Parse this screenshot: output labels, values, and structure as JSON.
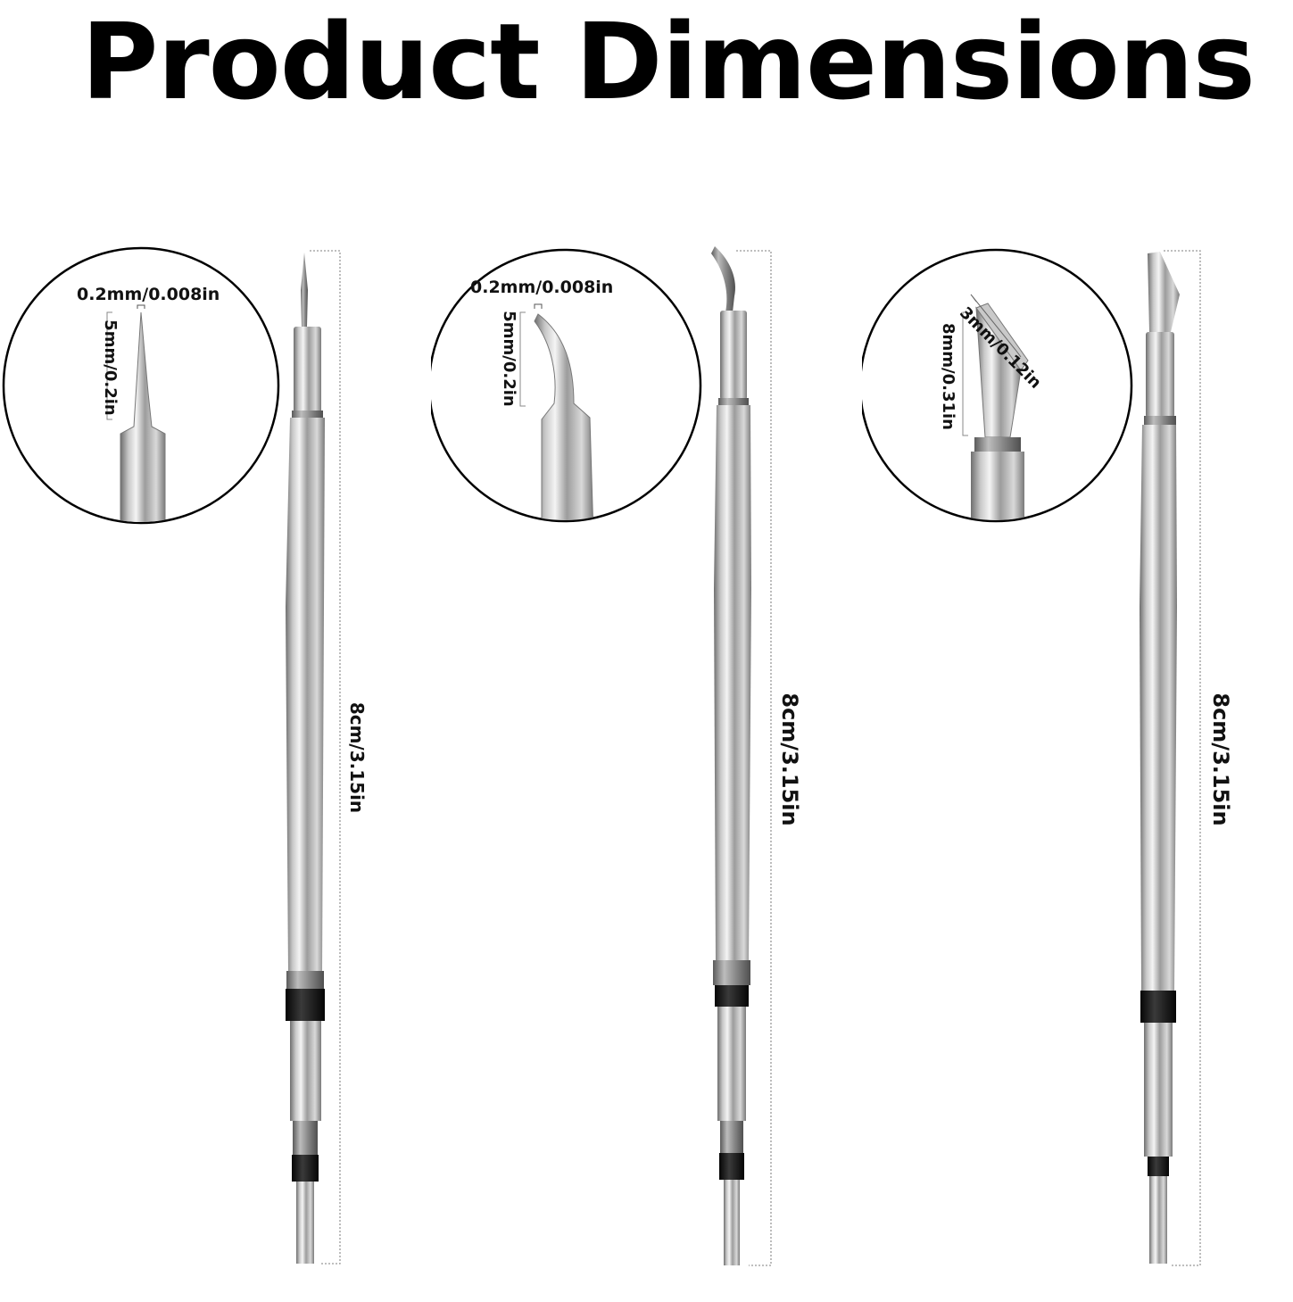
{
  "title": "Product Dimensions",
  "colors": {
    "background": "#ffffff",
    "text": "#000000",
    "steel": "#a9a9a9",
    "band": "#1a1a1a"
  },
  "tips": [
    {
      "style": "fine-conical",
      "tip_width": "0.2mm/0.008in",
      "tip_length": "5mm/0.2in",
      "total_length": "8cm/3.15in"
    },
    {
      "style": "bent-fine",
      "tip_width": "0.2mm/0.008in",
      "tip_length": "5mm/0.2in",
      "total_length": "8cm/3.15in"
    },
    {
      "style": "knife",
      "tip_width": "3mm/0.12in",
      "tip_length": "8mm/0.31in",
      "total_length": "8cm/3.15in"
    }
  ]
}
